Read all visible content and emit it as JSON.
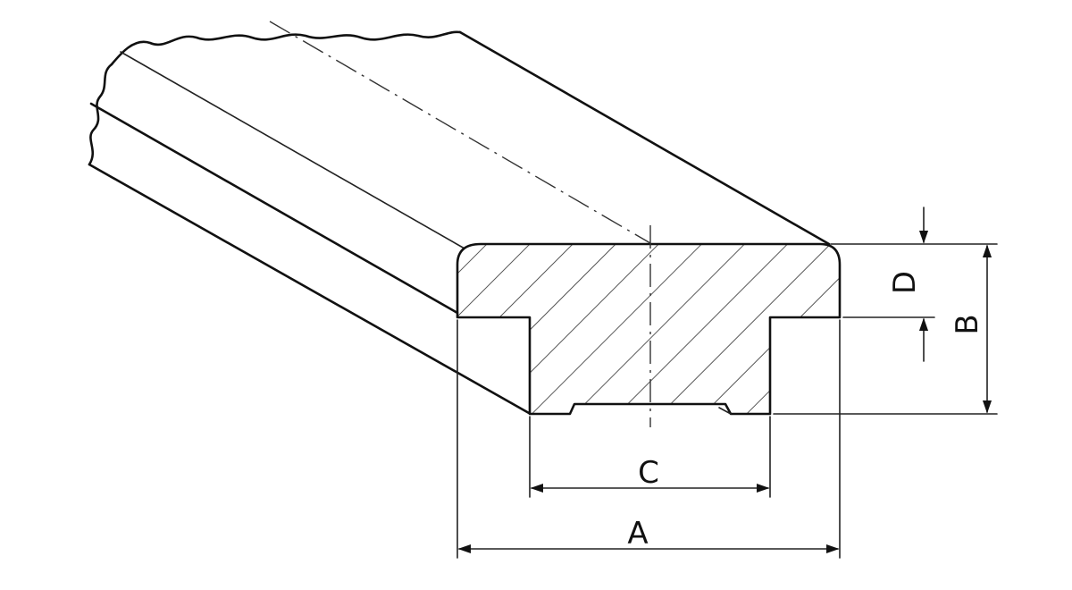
{
  "dimensions": {
    "A": "A",
    "B": "B",
    "C": "C",
    "D": "D"
  },
  "colors": {
    "line": "#111111",
    "background": "#ffffff"
  }
}
